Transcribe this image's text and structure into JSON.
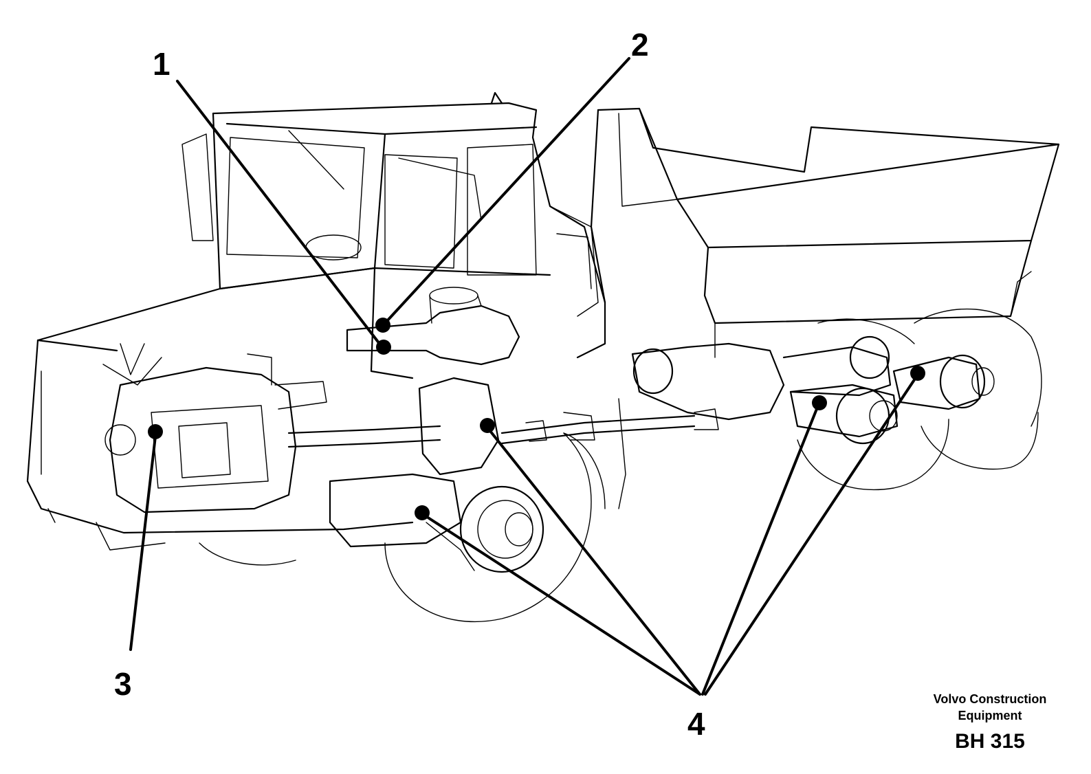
{
  "figure": {
    "callouts": [
      {
        "id": "1",
        "label": "1"
      },
      {
        "id": "2",
        "label": "2"
      },
      {
        "id": "3",
        "label": "3"
      },
      {
        "id": "4",
        "label": "4"
      }
    ],
    "brand_line1": "Volvo Construction",
    "brand_line2": "Equipment",
    "figure_id": "BH 315"
  },
  "colors": {
    "ink": "#000000",
    "paper": "#ffffff"
  }
}
